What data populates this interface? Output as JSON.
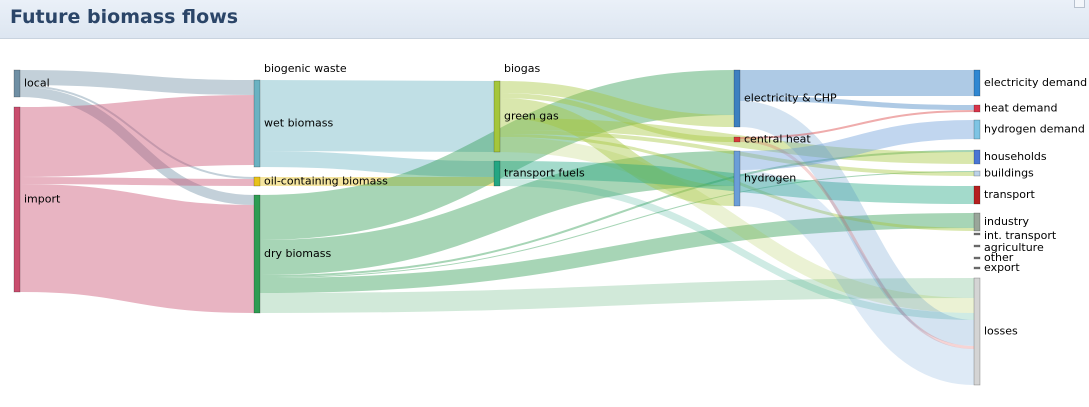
{
  "header": {
    "title": "Future biomass flows"
  },
  "colors": {
    "local": "#6f8fa4",
    "import": "#c94d6e",
    "biogenic waste": "#6ab2c2",
    "wet biomass": "#6ab2c2",
    "oil-containing biomass": "#e8c21a",
    "dry biomass": "#2e9c52",
    "biogas": "#a5c63b",
    "green gas": "#a5c63b",
    "transport fuels": "#24a682",
    "electricity & CHP": "#3d80c0",
    "central heat": "#d83a3a",
    "hydrogen": "#6b9ed8",
    "electricity demand": "#2f87d2",
    "heat demand": "#d8344a",
    "hydrogen demand": "#7ec4e4",
    "households": "#4a76d4",
    "buildings": "#bcd2e8",
    "transport": "#b51f1f",
    "industry": "#9aa69a",
    "int. transport": "#777777",
    "agriculture": "#777777",
    "other": "#777777",
    "export": "#777777",
    "losses": "#d4d4d4"
  },
  "chart_data": {
    "type": "sankey",
    "nodes": [
      {
        "name": "local",
        "column": 0
      },
      {
        "name": "import",
        "column": 0
      },
      {
        "name": "biogenic waste",
        "column": 1
      },
      {
        "name": "wet biomass",
        "column": 1
      },
      {
        "name": "oil-containing biomass",
        "column": 1
      },
      {
        "name": "dry biomass",
        "column": 1
      },
      {
        "name": "biogas",
        "column": 2
      },
      {
        "name": "green gas",
        "column": 2
      },
      {
        "name": "transport fuels",
        "column": 2
      },
      {
        "name": "electricity & CHP",
        "column": 3
      },
      {
        "name": "central heat",
        "column": 3
      },
      {
        "name": "hydrogen",
        "column": 3
      },
      {
        "name": "electricity demand",
        "column": 4
      },
      {
        "name": "heat demand",
        "column": 4
      },
      {
        "name": "hydrogen demand",
        "column": 4
      },
      {
        "name": "households",
        "column": 4
      },
      {
        "name": "buildings",
        "column": 4
      },
      {
        "name": "transport",
        "column": 4
      },
      {
        "name": "industry",
        "column": 4
      },
      {
        "name": "int. transport",
        "column": 4
      },
      {
        "name": "agriculture",
        "column": 4
      },
      {
        "name": "other",
        "column": 4
      },
      {
        "name": "export",
        "column": 4
      },
      {
        "name": "losses",
        "column": 4
      }
    ],
    "links": [
      {
        "source": "local",
        "target": "wet biomass",
        "value": 15
      },
      {
        "source": "local",
        "target": "oil-containing biomass",
        "value": 2
      },
      {
        "source": "local",
        "target": "dry biomass",
        "value": 10
      },
      {
        "source": "import",
        "target": "wet biomass",
        "value": 70
      },
      {
        "source": "import",
        "target": "oil-containing biomass",
        "value": 7
      },
      {
        "source": "import",
        "target": "dry biomass",
        "value": 108
      },
      {
        "source": "wet biomass",
        "target": "green gas",
        "value": 71
      },
      {
        "source": "wet biomass",
        "target": "transport fuels",
        "value": 16
      },
      {
        "source": "oil-containing biomass",
        "target": "transport fuels",
        "value": 9
      },
      {
        "source": "dry biomass",
        "target": "electricity & CHP",
        "value": 45
      },
      {
        "source": "dry biomass",
        "target": "hydrogen",
        "value": 35
      },
      {
        "source": "dry biomass",
        "target": "households",
        "value": 2
      },
      {
        "source": "dry biomass",
        "target": "buildings",
        "value": 1
      },
      {
        "source": "dry biomass",
        "target": "industry",
        "value": 15
      },
      {
        "source": "dry biomass",
        "target": "losses",
        "value": 20
      },
      {
        "source": "green gas",
        "target": "electricity & CHP",
        "value": 12
      },
      {
        "source": "green gas",
        "target": "central heat",
        "value": 5
      },
      {
        "source": "green gas",
        "target": "hydrogen",
        "value": 20
      },
      {
        "source": "green gas",
        "target": "households",
        "value": 12
      },
      {
        "source": "green gas",
        "target": "buildings",
        "value": 4
      },
      {
        "source": "green gas",
        "target": "industry",
        "value": 3
      },
      {
        "source": "green gas",
        "target": "losses",
        "value": 15
      },
      {
        "source": "transport fuels",
        "target": "transport",
        "value": 18
      },
      {
        "source": "transport fuels",
        "target": "losses",
        "value": 7
      },
      {
        "source": "electricity & CHP",
        "target": "electricity demand",
        "value": 26
      },
      {
        "source": "electricity & CHP",
        "target": "heat demand",
        "value": 5
      },
      {
        "source": "electricity & CHP",
        "target": "losses",
        "value": 26
      },
      {
        "source": "central heat",
        "target": "heat demand",
        "value": 2
      },
      {
        "source": "central heat",
        "target": "losses",
        "value": 3
      },
      {
        "source": "hydrogen",
        "target": "hydrogen demand",
        "value": 19
      },
      {
        "source": "hydrogen",
        "target": "losses",
        "value": 36
      }
    ]
  }
}
